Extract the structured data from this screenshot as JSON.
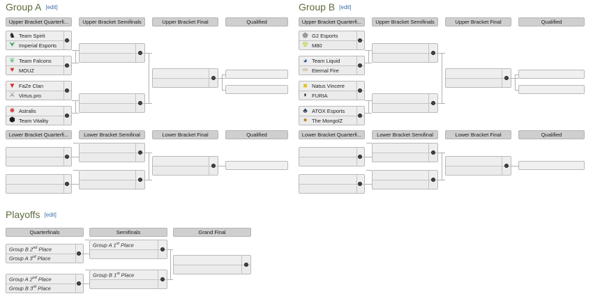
{
  "page": {
    "sections": [
      {
        "id": "group-a",
        "title": "Group A",
        "edit_label": "[edit]"
      },
      {
        "id": "group-b",
        "title": "Group B",
        "edit_label": "[edit]"
      },
      {
        "id": "playoffs",
        "title": "Playoffs",
        "edit_label": "[edit]"
      }
    ]
  },
  "colors": {
    "heading": "#5c6b3c",
    "edit_link": "#3a6ea5",
    "round_header_bg": "#cfcfcf",
    "match_bg": "#eeeeee",
    "border": "#b9b9b9",
    "connector": "#b0b0b0"
  },
  "group_a": {
    "title": "Group A",
    "edit_label": "[edit]",
    "upper_rounds": [
      "Upper Bracket Quarterfi...",
      "Upper Bracket Semifinals",
      "Upper Bracket Final",
      "Qualified"
    ],
    "lower_rounds": [
      "Lower Bracket Quarterfi...",
      "Lower Bracket Semifinal",
      "Lower Bracket Final",
      "Qualified"
    ],
    "ubqf": [
      {
        "top": {
          "name": "Team Spirit",
          "logo": "team-spirit-logo",
          "glyph": "♞",
          "color": "#1a1a1a"
        },
        "bottom": {
          "name": "Imperial Esports",
          "logo": "imperial-esports-logo",
          "glyph": "⮟",
          "color": "#3fa66a"
        }
      },
      {
        "top": {
          "name": "Team Falcons",
          "logo": "team-falcons-logo",
          "glyph": "❦",
          "color": "#6ec28a"
        },
        "bottom": {
          "name": "MOUZ",
          "logo": "mouz-logo",
          "glyph": "♥",
          "color": "#d33030"
        }
      },
      {
        "top": {
          "name": "FaZe Clan",
          "logo": "faze-clan-logo",
          "glyph": "▼",
          "color": "#d42b2b"
        },
        "bottom": {
          "name": "Virtus.pro",
          "logo": "virtus-pro-logo",
          "glyph": "⚔",
          "color": "#7a7a7a"
        }
      },
      {
        "top": {
          "name": "Astralis",
          "logo": "astralis-logo",
          "glyph": "✹",
          "color": "#d14b4b"
        },
        "bottom": {
          "name": "Team Vitality",
          "logo": "team-vitality-logo",
          "glyph": "⬢",
          "color": "#1a1a1a"
        }
      }
    ]
  },
  "group_b": {
    "title": "Group B",
    "edit_label": "[edit]",
    "upper_rounds": [
      "Upper Bracket Quarterfi...",
      "Upper Bracket Semifinals",
      "Upper Bracket Final",
      "Qualified"
    ],
    "lower_rounds": [
      "Lower Bracket Quarterfi...",
      "Lower Bracket Semifinal",
      "Lower Bracket Final",
      "Qualified"
    ],
    "ubqf": [
      {
        "top": {
          "name": "G2 Esports",
          "logo": "g2-esports-logo",
          "glyph": "⬟",
          "color": "#9a9a9a"
        },
        "bottom": {
          "name": "M80",
          "logo": "m80-logo",
          "glyph": "☢",
          "color": "#b8d430"
        }
      },
      {
        "top": {
          "name": "Team Liquid",
          "logo": "team-liquid-logo",
          "glyph": "◕",
          "color": "#2a4f8f"
        },
        "bottom": {
          "name": "Eternal Fire",
          "logo": "eternal-fire-logo",
          "glyph": "∞",
          "color": "#b99a5a"
        }
      },
      {
        "top": {
          "name": "Natus Vincere",
          "logo": "natus-vincere-logo",
          "glyph": "■",
          "color": "#e3c51c"
        },
        "bottom": {
          "name": "FURIA",
          "logo": "furia-logo",
          "glyph": "◗",
          "color": "#1a1a1a"
        }
      },
      {
        "top": {
          "name": "ATOX Esports",
          "logo": "atox-esports-logo",
          "glyph": "♣",
          "color": "#2b3a5c"
        },
        "bottom": {
          "name": "The MongolZ",
          "logo": "the-mongolz-logo",
          "glyph": "●",
          "color": "#b58a2a"
        }
      }
    ]
  },
  "playoffs": {
    "title": "Playoffs",
    "edit_label": "[edit]",
    "rounds": [
      "Quarterfinals",
      "Semifinals",
      "Grand Final"
    ],
    "quarterfinals": [
      {
        "top": "Group B 2nd Place",
        "top_num": "2",
        "top_ord": "nd",
        "top_tail": " Place",
        "top_head": "Group B ",
        "bottom": "Group A 3rd Place",
        "bottom_num": "3",
        "bottom_ord": "rd",
        "bottom_tail": " Place",
        "bottom_head": "Group A "
      },
      {
        "top": "Group A 2nd Place",
        "top_num": "2",
        "top_ord": "nd",
        "top_tail": " Place",
        "top_head": "Group A ",
        "bottom": "Group B 3rd Place",
        "bottom_num": "3",
        "bottom_ord": "rd",
        "bottom_tail": " Place",
        "bottom_head": "Group B "
      }
    ],
    "semifinals": [
      {
        "top": "Group A 1st Place",
        "top_head": "Group A ",
        "top_num": "1",
        "top_ord": "st",
        "top_tail": " Place",
        "bottom": ""
      },
      {
        "top": "Group B 1st Place",
        "top_head": "Group B ",
        "top_num": "1",
        "top_ord": "st",
        "top_tail": " Place",
        "bottom": ""
      }
    ],
    "grand_final": {
      "top": "",
      "bottom": ""
    }
  }
}
